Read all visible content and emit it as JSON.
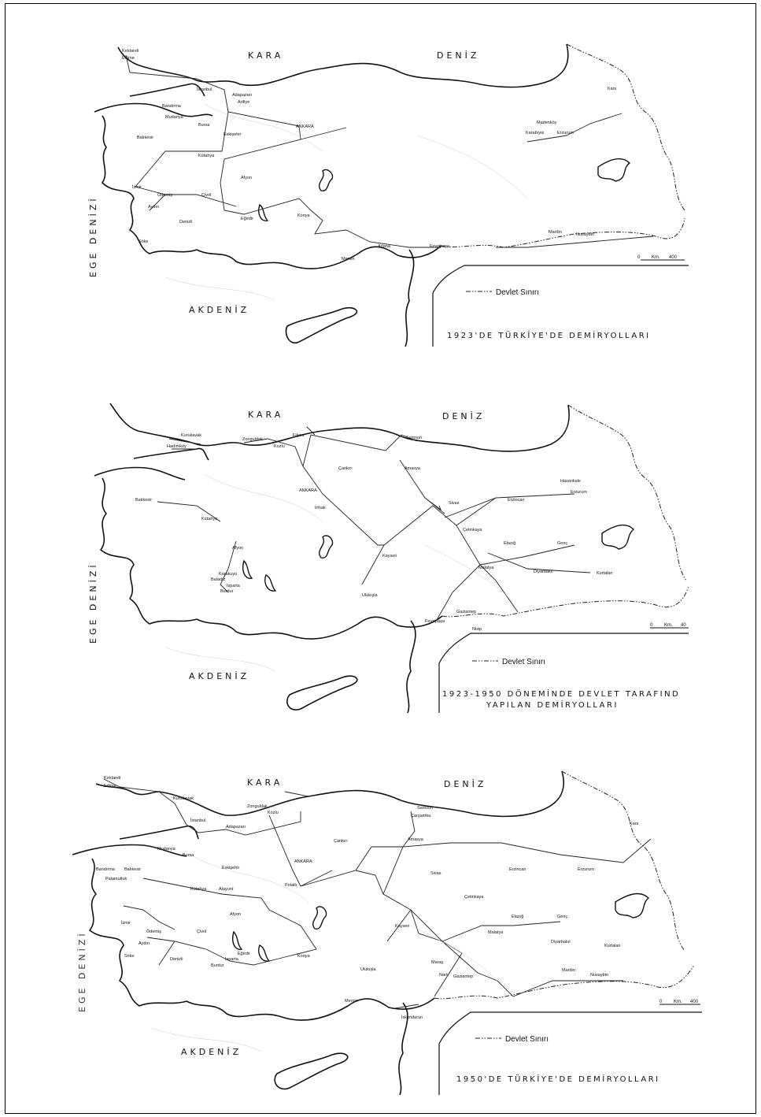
{
  "maps": [
    {
      "title": "1923'DE TÜRKİYE'DE DEMİRYOLLARI",
      "title2": "",
      "sea_north_a": "KARA",
      "sea_north_b": "DENİZ",
      "sea_west": "EGE   DENİZİ",
      "sea_south": "AKDENİZ",
      "legend": "Devlet Sınırı",
      "scale_zero": "0",
      "scale_unit": "Km.",
      "scale_max": "400",
      "cities": [
        "Kırklareli",
        "Edirne",
        "İstanbul",
        "Adapazarı",
        "Arifiye",
        "Bandırma",
        "Mudanya",
        "Bursa",
        "Balıkesir",
        "Eskişehir",
        "ANKARA",
        "Kütahya",
        "Afyon",
        "İzmir",
        "Ödemiş",
        "Çivril",
        "Aydın",
        "Eğirdir",
        "Konya",
        "Denizli",
        "Söke",
        "Adana",
        "Mersin",
        "Fevzipaşa",
        "Mardin",
        "Nusaybin",
        "Madenköy",
        "Karabıyık",
        "Erzurum",
        "Kars"
      ]
    },
    {
      "title": "1923-1950 DÖNEMİNDE DEVLET TARAFIND",
      "title2": "YAPILAN DEMİRYOLLARI",
      "sea_north_a": "KARA",
      "sea_north_b": "DENİZ",
      "sea_west": "EGE   DENİZİ",
      "sea_south": "AKDENİZ",
      "legend": "Devlet Sınırı",
      "scale_zero": "0",
      "scale_unit": "Km.",
      "scale_max": "40",
      "cities": [
        "Kurukavak",
        "Hadımköy",
        "Zonguldak",
        "Filyos",
        "Kozlu",
        "Samsun",
        "Çankırı",
        "Amasya",
        "ANKARA",
        "Irmak",
        "Sivas",
        "Erzincan",
        "Hasankale",
        "Erzurum",
        "Balıkesir",
        "Kütahya",
        "Afyon",
        "Çetinkaya",
        "Elazığ",
        "Genç",
        "Karakuyu",
        "Baladız",
        "Isparta",
        "Burdur",
        "Kayseri",
        "Malatya",
        "Diyarbakır",
        "Kurtalan",
        "Ulukışla",
        "Gaziantep",
        "Fevzipaşa",
        "Nizip"
      ]
    },
    {
      "title": "1950'DE TÜRKİYE'DE DEMİRYOLLARI",
      "title2": "",
      "sea_north_a": "KARA",
      "sea_north_b": "DENİZ",
      "sea_west": "EGE   DENİZİ",
      "sea_south": "AKDENİZ",
      "legend": "Devlet Sınırı",
      "scale_zero": "0",
      "scale_unit": "Km.",
      "scale_max": "400",
      "cities": [
        "Kırklareli",
        "Edirne",
        "Kurukavak",
        "İstanbul",
        "Adapazarı",
        "Zonguldak",
        "Kozlu",
        "Samsun",
        "Çarşamba",
        "Amasya",
        "Çankırı",
        "Kars",
        "Mudanya",
        "Bursa",
        "Balıkesir",
        "Bandırma",
        "Palamutluk",
        "Eskişehir",
        "ANKARA",
        "Polatlı",
        "Sivas",
        "Erzincan",
        "Erzurum",
        "Kütahya",
        "Alayunt",
        "Afyon",
        "İzmir",
        "Ödemiş",
        "Çivril",
        "Aydın",
        "Söke",
        "Denizli",
        "Burdur",
        "Isparta",
        "Eğirdir",
        "Konya",
        "Kayseri",
        "Çetinkaya",
        "Elazığ",
        "Genç",
        "Malatya",
        "Diyarbakır",
        "Kurtalan",
        "Ulukışla",
        "Maraş",
        "Narlı",
        "Gaziantep",
        "Mardin",
        "Nusaybin",
        "Mersin",
        "İskenderun"
      ]
    }
  ]
}
